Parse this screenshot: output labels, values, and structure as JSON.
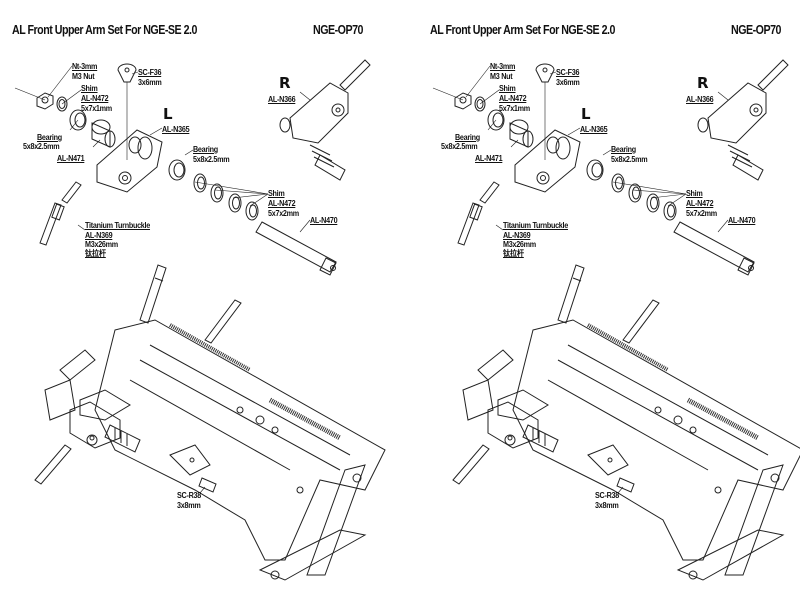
{
  "panels": [
    {
      "title": "AL Front Upper Arm Set  For NGE-SE 2.0",
      "code": "NGE-OP70",
      "side_marks": {
        "right": "R",
        "left": "L"
      },
      "labels": {
        "nut_code": "Nt-3mm",
        "nut_name": "M3 Nut",
        "screw_code": "SC-F36",
        "screw_size": "3x6mm",
        "shim1_name": "Shim",
        "shim1_code": "AL-N472",
        "shim1_size": "5x7x1mm",
        "right_code": "AL-N366",
        "left_code": "AL-N365",
        "bearing1_name": "Bearing",
        "bearing1_size": "5x8x2.5mm",
        "spacer_code": "AL-N471",
        "bearing2_name": "Bearing",
        "bearing2_size": "5x8x2.5mm",
        "shim2_name": "Shim",
        "shim2_code": "AL-N472",
        "shim2_size": "5x7x2mm",
        "shaft_code": "AL-N470",
        "turnbuckle_name": "Titanium Turnbuckle",
        "turnbuckle_code": "AL-N369",
        "turnbuckle_size": "M3x26mm",
        "turnbuckle_cn": "钛拉杆",
        "pin_code": "SC-R38",
        "pin_size": "3x8mm"
      }
    },
    {
      "title": "AL Front Upper Arm Set  For NGE-SE 2.0",
      "code": "NGE-OP70",
      "side_marks": {
        "right": "R",
        "left": "L"
      },
      "labels": {
        "nut_code": "Nt-3mm",
        "nut_name": "M3 Nut",
        "screw_code": "SC-F36",
        "screw_size": "3x6mm",
        "shim1_name": "Shim",
        "shim1_code": "AL-N472",
        "shim1_size": "5x7x1mm",
        "right_code": "AL-N366",
        "left_code": "AL-N365",
        "bearing1_name": "Bearing",
        "bearing1_size": "5x8x2.5mm",
        "spacer_code": "AL-N471",
        "bearing2_name": "Bearing",
        "bearing2_size": "5x8x2.5mm",
        "shim2_name": "Shim",
        "shim2_code": "AL-N472",
        "shim2_size": "5x7x2mm",
        "shaft_code": "AL-N470",
        "turnbuckle_name": "Titanium Turnbuckle",
        "turnbuckle_code": "AL-N369",
        "turnbuckle_size": "M3x26mm",
        "turnbuckle_cn": "钛拉杆",
        "pin_code": "SC-R38",
        "pin_size": "3x8mm"
      }
    }
  ]
}
